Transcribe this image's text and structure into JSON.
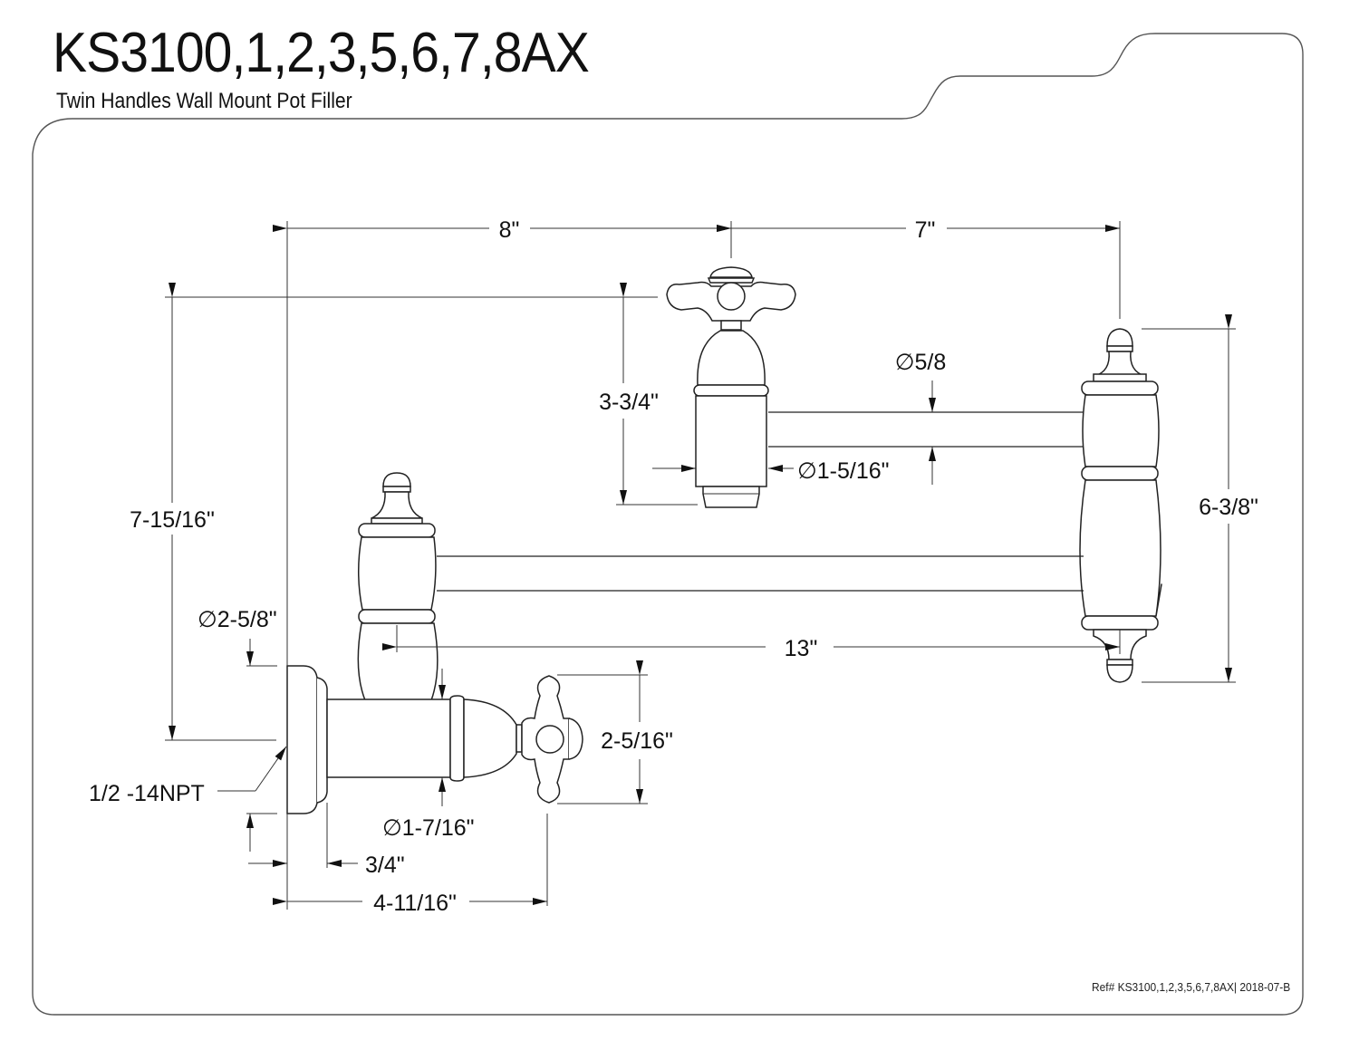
{
  "header": {
    "title": "KS3100,1,2,3,5,6,7,8AX",
    "subtitle": "Twin Handles Wall Mount Pot Filler"
  },
  "footer": {
    "reference": "Ref# KS3100,1,2,3,5,6,7,8AX| 2018-07-B"
  },
  "dimensions": {
    "top_width_left": "8\"",
    "top_width_right": "7\"",
    "overall_height": "7-15/16\"",
    "upper_valve_height": "3-3/4\"",
    "upper_spout_dia": "∅5/8",
    "upper_valve_dia": "∅1-5/16\"",
    "right_joint_height": "6-3/8\"",
    "flange_dia": "∅2-5/8\"",
    "lower_arm_length": "13\"",
    "handle_height": "2-5/16\"",
    "inlet_thread": "1/2 -14NPT",
    "body_dia": "∅1-7/16\"",
    "flange_depth": "3/4\"",
    "projection": "4-11/16\""
  },
  "colors": {
    "line": "#222222",
    "frame": "#555555",
    "background": "#ffffff"
  }
}
